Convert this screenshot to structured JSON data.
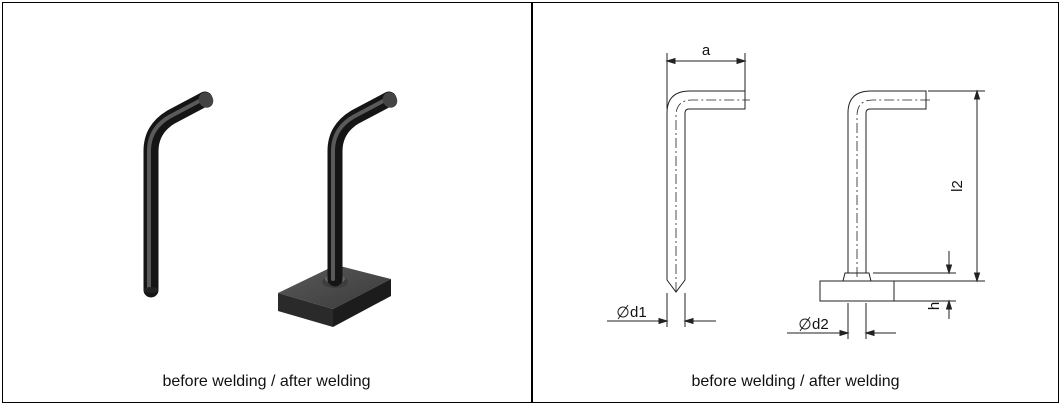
{
  "left_panel": {
    "caption": "before welding / after welding"
  },
  "right_panel": {
    "caption": "before welding / after welding",
    "dimensions": {
      "a": "a",
      "l2": "l2",
      "h": "h",
      "d1": "d1",
      "d2": "d2"
    }
  }
}
